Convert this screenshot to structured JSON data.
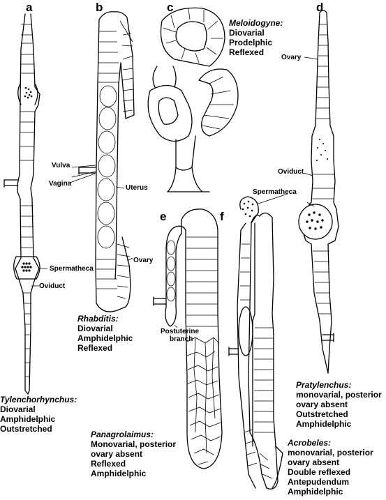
{
  "panels": {
    "a": {
      "letter": "a",
      "species": "Tylenchorhynchus:",
      "lines": [
        "Diovarial",
        "Amphidelphic",
        "Outstretched"
      ],
      "labels": {
        "spermatheca": "Spermatheca",
        "oviduct": "Oviduct"
      }
    },
    "b": {
      "letter": "b",
      "species": "Rhabditis:",
      "lines": [
        "Diovarial",
        "Amphidelphic",
        "Reflexed"
      ],
      "labels": {
        "vulva": "Vulva",
        "vagina": "Vagina",
        "uterus": "Uterus",
        "ovary": "Ovary"
      }
    },
    "c": {
      "letter": "c",
      "species": "Meloidogyne:",
      "lines": [
        "Diovarial",
        "Prodelphic",
        "Reflexed"
      ]
    },
    "d": {
      "letter": "d",
      "species": "Pratylenchus:",
      "lines": [
        "monovarial, posterior",
        "ovary absent",
        "Outstretched",
        "Amphidelphic"
      ],
      "labels": {
        "ovary": "Ovary",
        "oviduct": "Oviduct",
        "spermatheca": "Spermatheca"
      }
    },
    "e": {
      "letter": "e",
      "species": "Panagrolaimus:",
      "lines": [
        "Monovarial, posterior",
        "ovary absent",
        "Reflexed",
        "Amphidelphic"
      ],
      "labels": {
        "postuterine_line1": "Postuterine",
        "postuterine_line2": "branch"
      }
    },
    "f": {
      "letter": "f",
      "species": "Acrobeles:",
      "lines": [
        "monovarial, posterior",
        "ovary absent",
        "Double reflexed",
        "Antepudendum",
        "Amphidelphic"
      ]
    }
  },
  "colors": {
    "ink": "#000000",
    "background": "#ffffff"
  }
}
